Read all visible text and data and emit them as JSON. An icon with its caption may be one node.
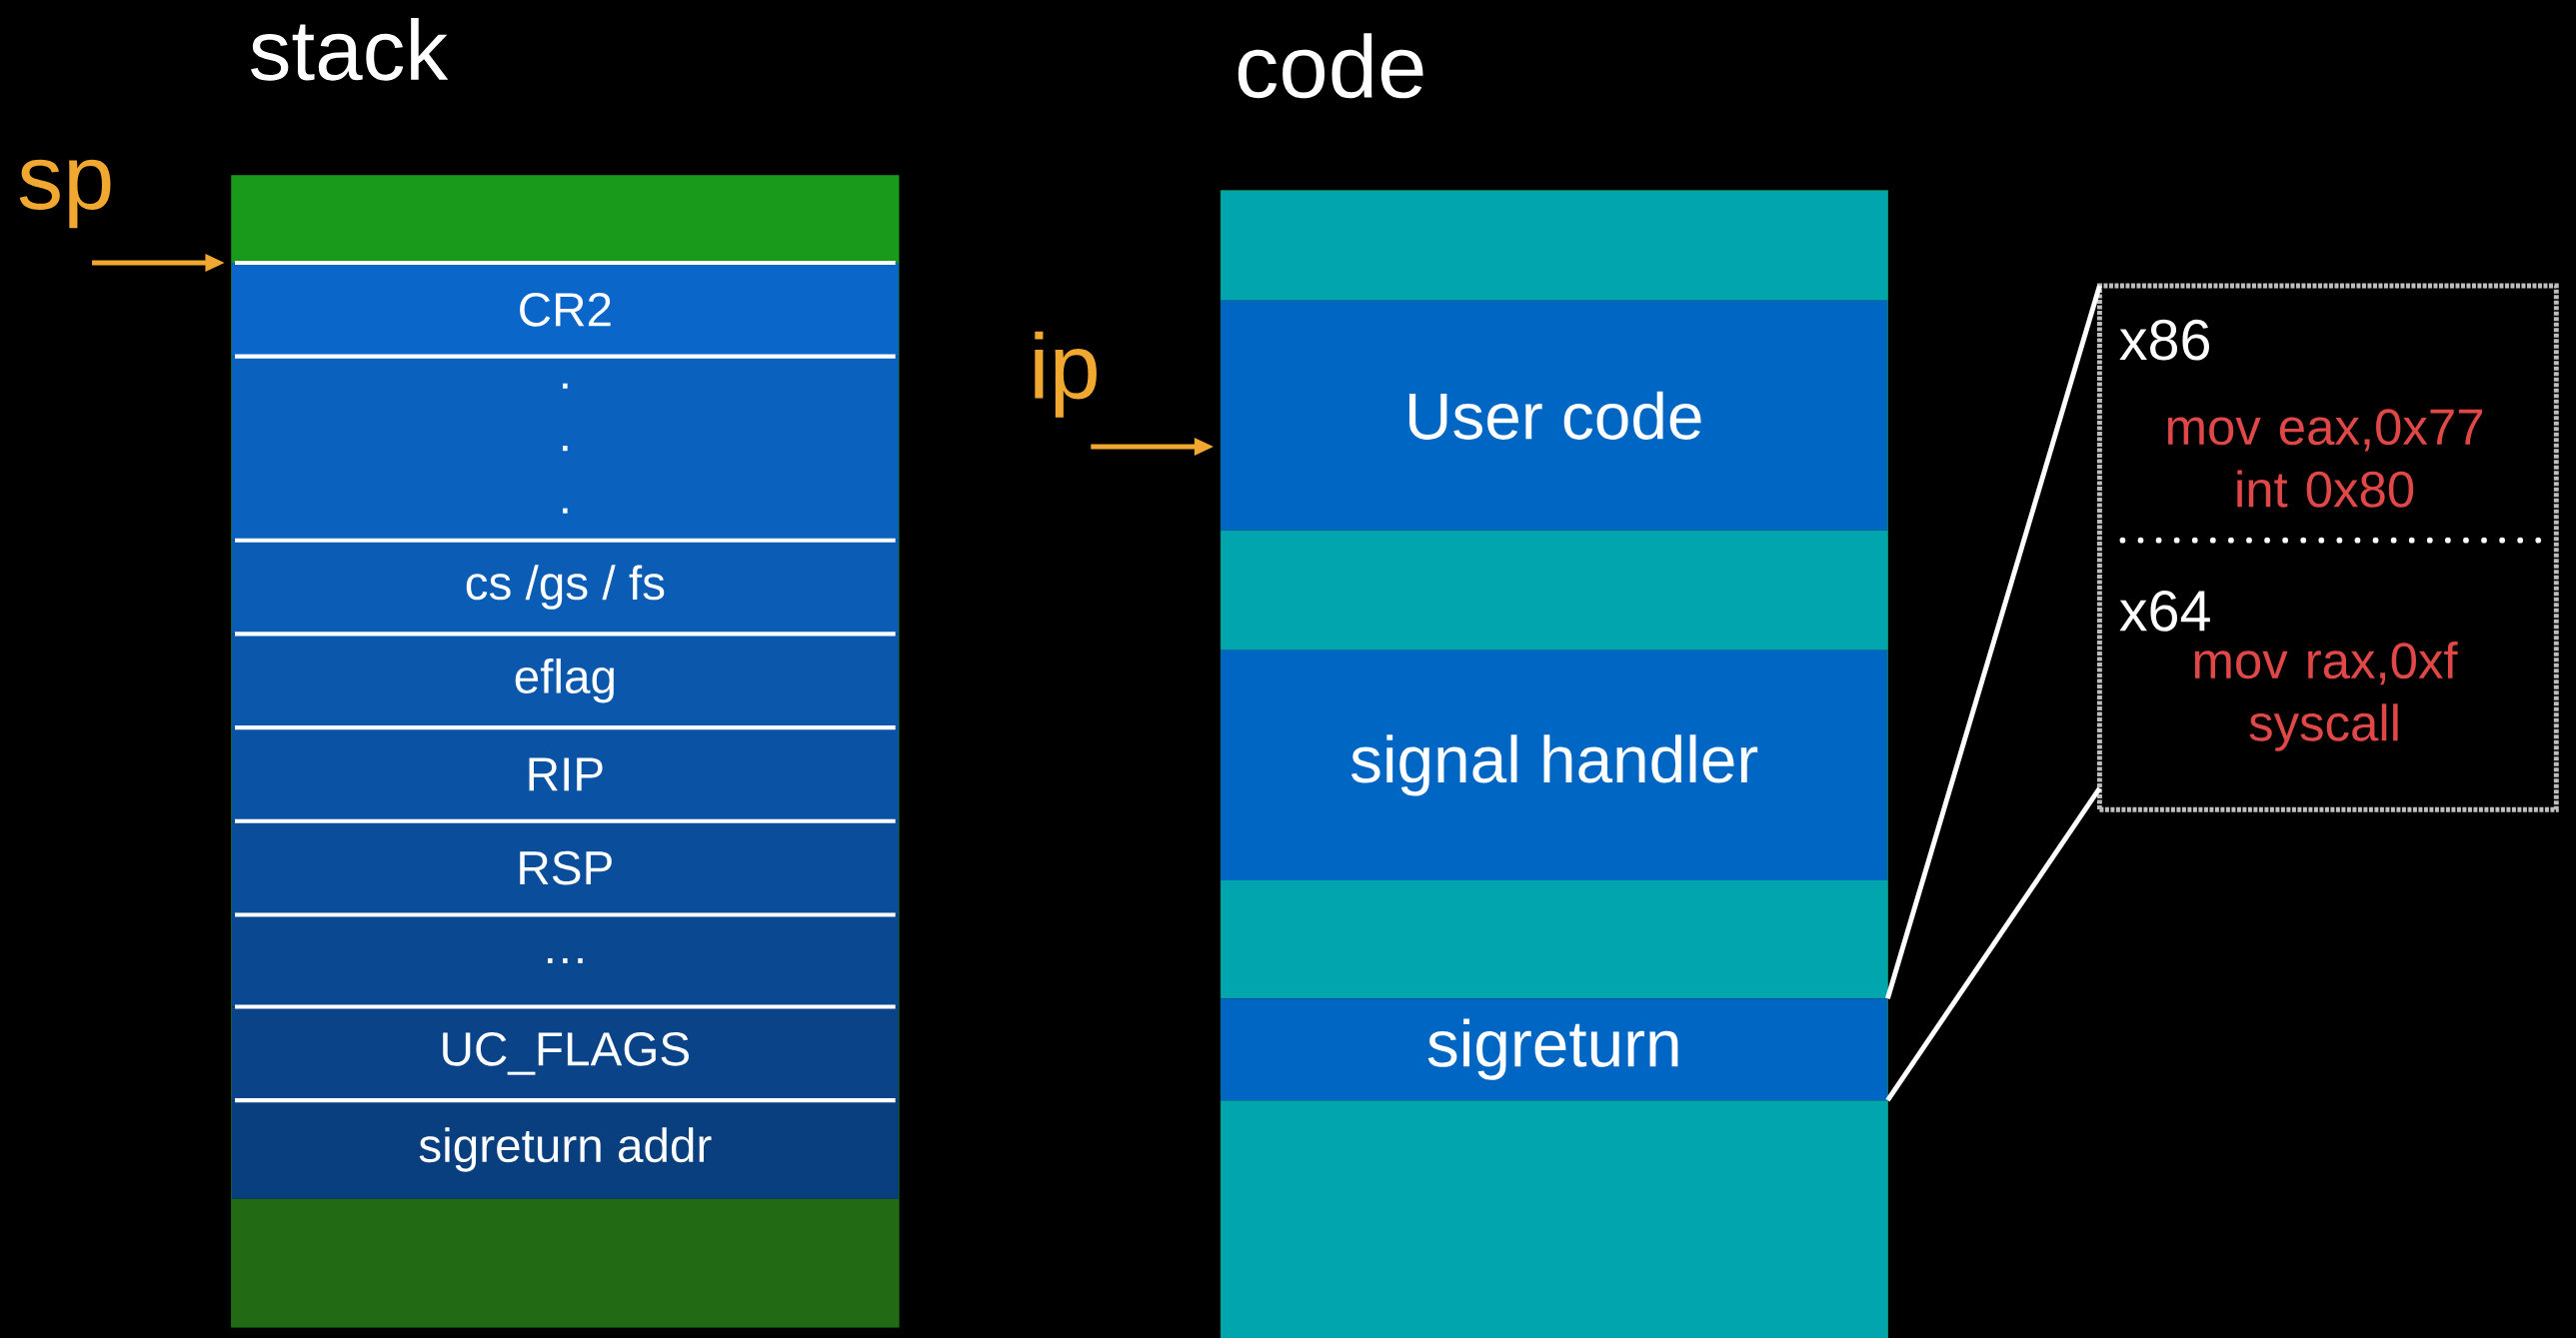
{
  "diagram": {
    "nodes": [
      {
        "text": [
          "stack"
        ]
      },
      {
        "text": [],
        "shape": "bar",
        "in": 0
      },
      {
        "text": [
          "CR2"
        ],
        "in": 0
      },
      {
        "text": [
          ". . ."
        ],
        "in": 0
      },
      {
        "text": [
          "cs /gs / fs"
        ],
        "in": 0
      },
      {
        "text": [
          "eflag"
        ],
        "in": 0
      },
      {
        "text": [
          "RIP"
        ],
        "in": 0
      },
      {
        "text": [
          "RSP"
        ],
        "in": 0
      },
      {
        "text": [
          "…"
        ],
        "in": 0
      },
      {
        "text": [
          "UC_FLAGS"
        ],
        "in": 0
      },
      {
        "text": [
          "sigreturn addr"
        ],
        "in": 0
      },
      {
        "text": [],
        "shape": "bar",
        "in": 0
      },
      {
        "text": [
          "code"
        ]
      },
      {
        "text": [],
        "shape": "bar",
        "in": 12
      },
      {
        "text": [
          "User code"
        ],
        "in": 12
      },
      {
        "text": [],
        "shape": "bar",
        "in": 12
      },
      {
        "text": [
          "signal handler"
        ],
        "in": 12
      },
      {
        "text": [],
        "shape": "bar",
        "in": 12
      },
      {
        "text": [
          "sigreturn"
        ],
        "in": 12
      },
      {
        "text": [],
        "shape": "bar",
        "in": 12
      },
      {
        "text": [
          "sp"
        ]
      },
      {
        "text": [
          "ip"
        ]
      },
      {
        "text": [
          "x86",
          "mov eax,0x77 int 0x80",
          "x64",
          "mov rax,0xf syscall"
        ]
      }
    ],
    "edges": [
      {
        "from": 20,
        "to": 2,
        "arrow": "to",
        "color": "#f0a830"
      },
      {
        "from": 21,
        "to": 14,
        "arrow": "to",
        "color": "#f0a830"
      },
      {
        "from": 18,
        "to": 22,
        "arrow": "none",
        "color": "#ffffff"
      },
      {
        "from": 18,
        "to": 22,
        "arrow": "none",
        "color": "#ffffff"
      }
    ]
  }
}
